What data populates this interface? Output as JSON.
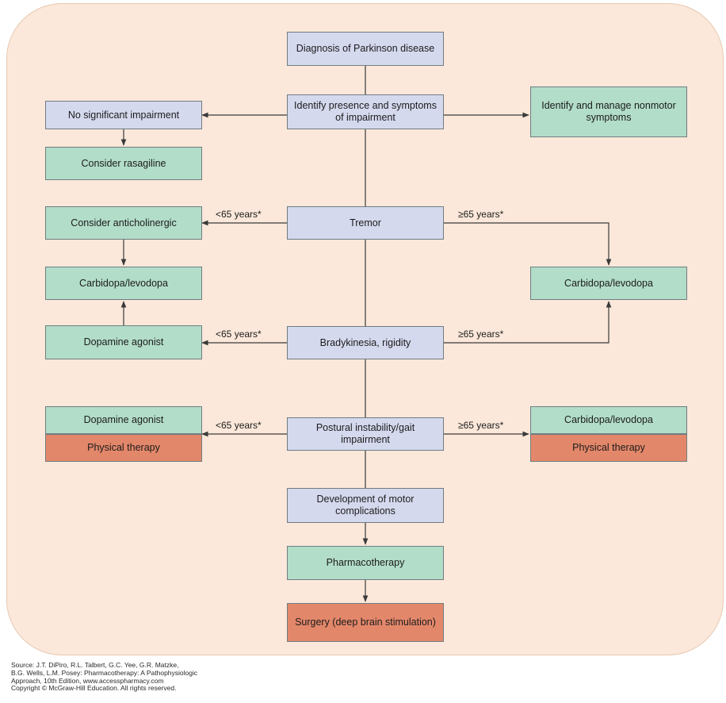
{
  "boxes": {
    "diagnosis": "Diagnosis of Parkinson disease",
    "identify_impairment": "Identify presence and symptoms of impairment",
    "no_impairment": "No significant impairment",
    "consider_rasagiline": "Consider rasagiline",
    "nonmotor": "Identify and manage nonmotor symptoms",
    "tremor": "Tremor",
    "consider_anticholinergic": "Consider anticholinergic",
    "carbidopa_left": "Carbidopa/levodopa",
    "carbidopa_right": "Carbidopa/levodopa",
    "dopamine_agonist_1": "Dopamine agonist",
    "bradykinesia": "Bradykinesia, rigidity",
    "dopamine_agonist_2": "Dopamine agonist",
    "physical_therapy_left": "Physical therapy",
    "postural": "Postural instability/gait impairment",
    "carbidopa_postural": "Carbidopa/levodopa",
    "physical_therapy_right": "Physical therapy",
    "motor_complications": "Development of motor complications",
    "pharmacotherapy": "Pharmacotherapy",
    "surgery": "Surgery (deep brain stimulation)"
  },
  "labels": {
    "under65": "<65 years*",
    "over65": "≥65 years*"
  },
  "source_lines": [
    "Source: J.T. DiPiro, R.L. Talbert, G.C. Yee, G.R. Matzke,",
    "B.G. Wells, L.M. Posey: Pharmacotherapy: A Pathophysiologic",
    "Approach, 10th Edition, www.accesspharmacy.com",
    "Copyright © McGraw-Hill Education. All rights reserved."
  ],
  "colors": {
    "background": "#fbe8da",
    "blue_box": "#d5d9ee",
    "green_box": "#b2ddc9",
    "salmon_box": "#e3876a"
  }
}
